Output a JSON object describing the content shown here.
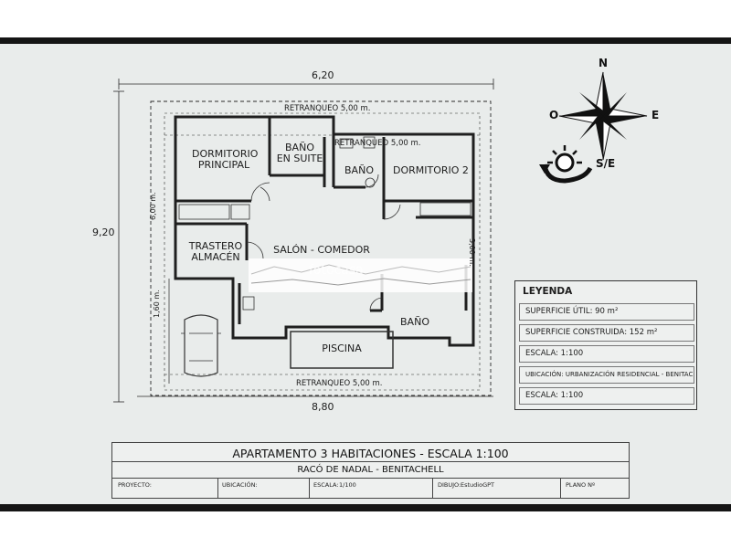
{
  "dimensions": {
    "top_width": "6,20",
    "left_height": "9,20",
    "bottom_width": "8,80",
    "inner_left_height": "6,00 m.",
    "inner_right_height": "3,00 m.",
    "inner_left_small": "1,60 m."
  },
  "setbacks": {
    "top": "RETRANQUEO 5,00 m.",
    "middle": "RETRANQUEO 5,00 m.",
    "bottom": "RETRANQUEO 5,00 m."
  },
  "rooms": {
    "master_bedroom_line1": "DORMITORIO",
    "master_bedroom_line2": "PRINCIPAL",
    "suite_bath_line1": "BAÑO",
    "suite_bath_line2": "EN SUITE",
    "bath_small": "BAÑO",
    "bedroom2": "DORMITORIO 2",
    "storage_line1": "TRASTERO",
    "storage_line2": "ALMACÉN",
    "living": "SALÓN - COMEDOR",
    "bath_bottom": "BAÑO",
    "pool": "PISCINA"
  },
  "compass": {
    "north": "N",
    "east": "E",
    "west": "O",
    "sun_direction": "S/E"
  },
  "watermark": "fotocasa",
  "legend": {
    "title": "LEYENDA",
    "rows": [
      "SUPERFICIE ÚTIL: 90 m²",
      "SUPERFICIE CONSTRUIDA: 152 m²",
      "ESCALA: 1:100",
      "UBICACIÓN: URBANIZACIÓN RESIDENCIAL - BENITACHELL",
      "ESCALA: 1:100"
    ]
  },
  "title_block": {
    "title": "APARTAMENTO 3 HABITACIONES - ESCALA 1:100",
    "subtitle": "RACÓ DE NADAL - BENITACHELL",
    "proyecto_label": "PROYECTO:",
    "ubicacion_label": "UBICACIÓN:",
    "escala_label": "ESCALA:",
    "escala_value": "1/100",
    "dibujo_label": "DIBUJO:",
    "dibujo_value": "EstudioGPT",
    "plano_label": "PLANO Nº"
  },
  "colors": {
    "sheet": "#e9eceb",
    "ink": "#1d1d1d",
    "frame": "#151515"
  }
}
